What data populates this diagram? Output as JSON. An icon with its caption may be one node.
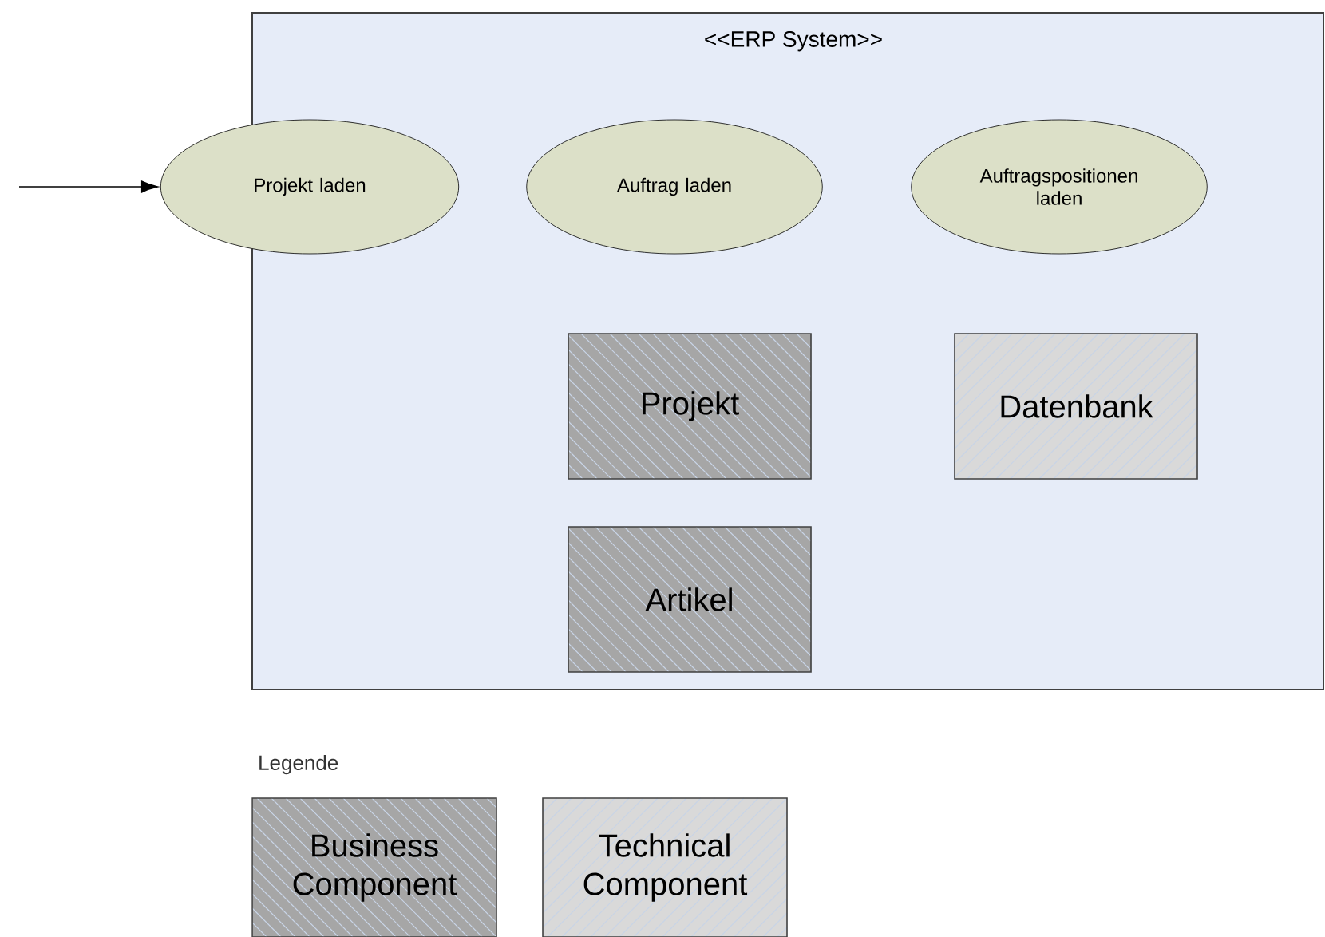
{
  "diagram": {
    "nodes": [
      {
        "text": [
          "<<ERP System>>"
        ]
      },
      {
        "text": [
          "Projekt laden"
        ]
      },
      {
        "text": [
          "Auftrag laden"
        ],
        "in": 0
      },
      {
        "text": [
          "Auftragspositionen laden"
        ],
        "in": 0
      },
      {
        "text": [
          "Projekt"
        ],
        "in": 0
      },
      {
        "text": [
          "Datenbank"
        ],
        "in": 0
      },
      {
        "text": [
          "Artikel"
        ],
        "in": 0
      }
    ],
    "edges": [
      {
        "from": null,
        "to": 1,
        "arrow": "to"
      }
    ],
    "labels": [
      "Legende"
    ],
    "legend": [
      {
        "text": "Business Component",
        "color": "#a6a6a6"
      },
      {
        "text": "Technical Component",
        "color": "#d9d9d9"
      }
    ]
  }
}
